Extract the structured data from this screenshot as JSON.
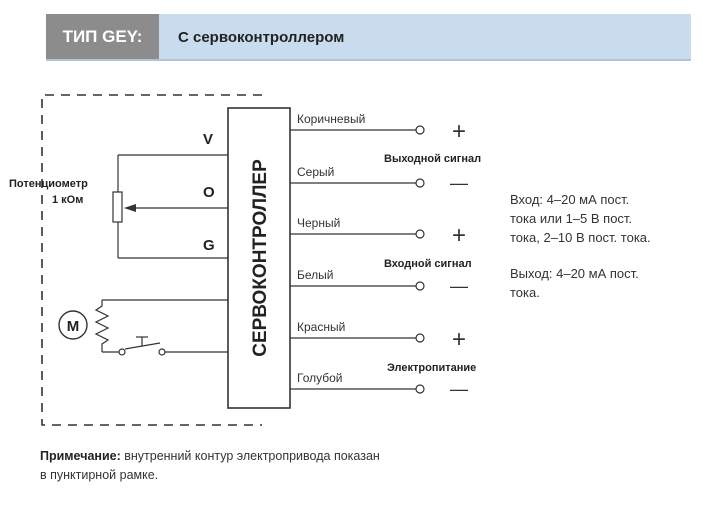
{
  "header": {
    "type_tag": "ТИП GEY:",
    "title": "С сервоконтроллером"
  },
  "diagram": {
    "controller_label": "СЕРВОКОНТРОЛЛЕР",
    "pins": {
      "v": "V",
      "o": "O",
      "g": "G"
    },
    "potentiometer": {
      "line1": "Потенциометр",
      "line2": "1 кОм"
    },
    "motor_label": "M",
    "wires": [
      {
        "label": "Коричневый",
        "polarity": "+"
      },
      {
        "label": "Серый",
        "polarity": "—"
      },
      {
        "label": "Черный",
        "polarity": "+"
      },
      {
        "label": "Белый",
        "polarity": "—"
      },
      {
        "label": "Красный",
        "polarity": "+"
      },
      {
        "label": "Голубой",
        "polarity": "—"
      }
    ],
    "groups": {
      "output": "Выходной сигнал",
      "input": "Входной сигнал",
      "power": "Электропитание"
    }
  },
  "spec": {
    "input_lines": [
      "Вход: 4–20 мА пост.",
      "тока или 1–5 В пост.",
      "тока, 2–10 В пост. тока."
    ],
    "output_lines": [
      "Выход: 4–20 мА пост.",
      "тока."
    ]
  },
  "note": {
    "bold": "Примечание:",
    "line1": " внутренний контур электропривода показан",
    "line2": "в пунктирной рамке."
  },
  "colors": {
    "tag_bg": "#8c8c8c",
    "title_bg": "#c9dcee"
  }
}
